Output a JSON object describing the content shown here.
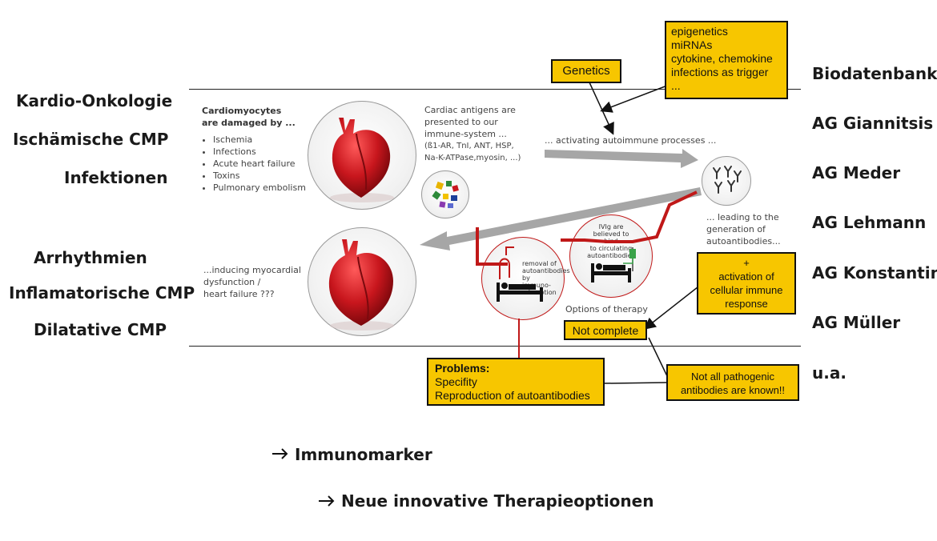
{
  "left_items": [
    "Kardio-Onkologie",
    "Ischämische CMP",
    "Infektionen",
    "Arrhythmien",
    "Inflamatorische CMP",
    "Dilatative CMP"
  ],
  "right_items": [
    "Biodatenbank",
    "AG Giannitsis",
    "AG Meder",
    "AG Lehmann",
    "AG Konstantin",
    "AG Müller",
    "u.a."
  ],
  "diagram": {
    "damaged_title": "Cardiomyocytes are damaged by ...",
    "damaged_title_l1": "Cardiomyocytes",
    "damaged_title_l2": "are damaged by ...",
    "damaged_list": [
      "Ischemia",
      "Infections",
      "Acute heart failure",
      "Toxins",
      "Pulmonary embolism"
    ],
    "antigens_l1": "Cardiac antigens are",
    "antigens_l2": "presented to our",
    "antigens_l3": "immune-system ...",
    "antigens_l4": "(ß1-AR, TnI, ANT, HSP,",
    "antigens_l5": "Na-K-ATPase,myosin, ...)",
    "activating": "... activating autoimmune processes ...",
    "leading_l1": "... leading to the",
    "leading_l2": "generation of",
    "leading_l3": "autoantibodies...",
    "inducing_l1": "...inducing myocardial",
    "inducing_l2": "dysfunction /",
    "inducing_l3": "heart failure ???",
    "options": "Options of therapy",
    "removal_l1": "removal of",
    "removal_l2": "autoantibodies",
    "removal_l3": "by immuno-",
    "removal_l4": "adsorption",
    "ivig_l1": "IVIg are",
    "ivig_l2": "believed to bind",
    "ivig_l3": "to circulating",
    "ivig_l4": "autoantibodies"
  },
  "boxes": {
    "genetics": "Genetics",
    "epigenetics_lines": [
      "epigenetics",
      "miRNAs",
      "cytokine, chemokine",
      "infections as trigger",
      "..."
    ],
    "activation_lines": [
      "+",
      "activation of",
      "cellular immune",
      "response"
    ],
    "not_complete": "Not complete",
    "problems_title": "Problems:",
    "problems_lines": [
      "Specifity",
      "Reproduction of autoantibodies"
    ],
    "pathogenic_lines": [
      "Not all pathogenic",
      "antibodies are known!!"
    ]
  },
  "footer": {
    "immunomarker": "Immunomarker",
    "therapie": "Neue innovative Therapieoptionen"
  },
  "colors": {
    "box_yellow": "#f7c600",
    "arrow_gray": "#a6a6a6",
    "heart_red": "#c8161d",
    "therapy_red": "#c01818"
  }
}
